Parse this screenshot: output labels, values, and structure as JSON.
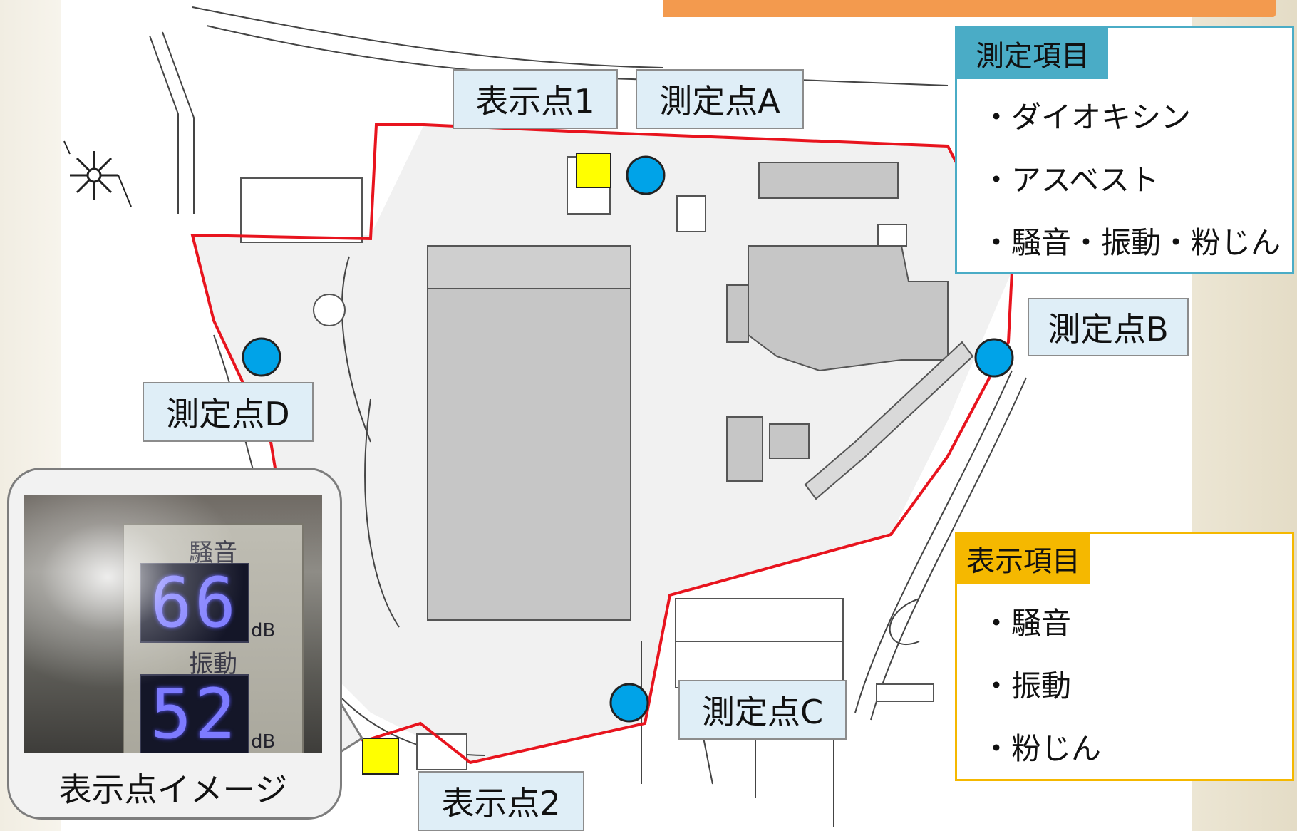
{
  "labels": {
    "display_point_1": "表示点1",
    "measure_point_a": "測定点A",
    "measure_point_b": "測定点B",
    "measure_point_c": "測定点C",
    "measure_point_d": "測定点D",
    "display_point_2": "表示点2"
  },
  "measurement_panel": {
    "title": "測定項目",
    "items": [
      "・ダイオキシン",
      "・アスベスト",
      "・騒音・振動・粉じん"
    ]
  },
  "display_panel": {
    "title": "表示項目",
    "items": [
      "・騒音",
      "・振動",
      "・粉じん"
    ]
  },
  "callout": {
    "caption": "表示点イメージ",
    "noise_label": "騒音",
    "noise_value": "66",
    "vibration_label": "振動",
    "vibration_value": "52",
    "unit": "dB"
  },
  "colors": {
    "measurement_point": "#00a3e8",
    "display_point": "#ffff00",
    "site_boundary": "#e8141e",
    "label_fill": "#dfeef7",
    "measurement_panel_accent": "#4aacc6",
    "display_panel_accent": "#f5b800",
    "building_fill": "#c6c6c6"
  },
  "icons": {
    "compass": "compass-rose-icon"
  }
}
